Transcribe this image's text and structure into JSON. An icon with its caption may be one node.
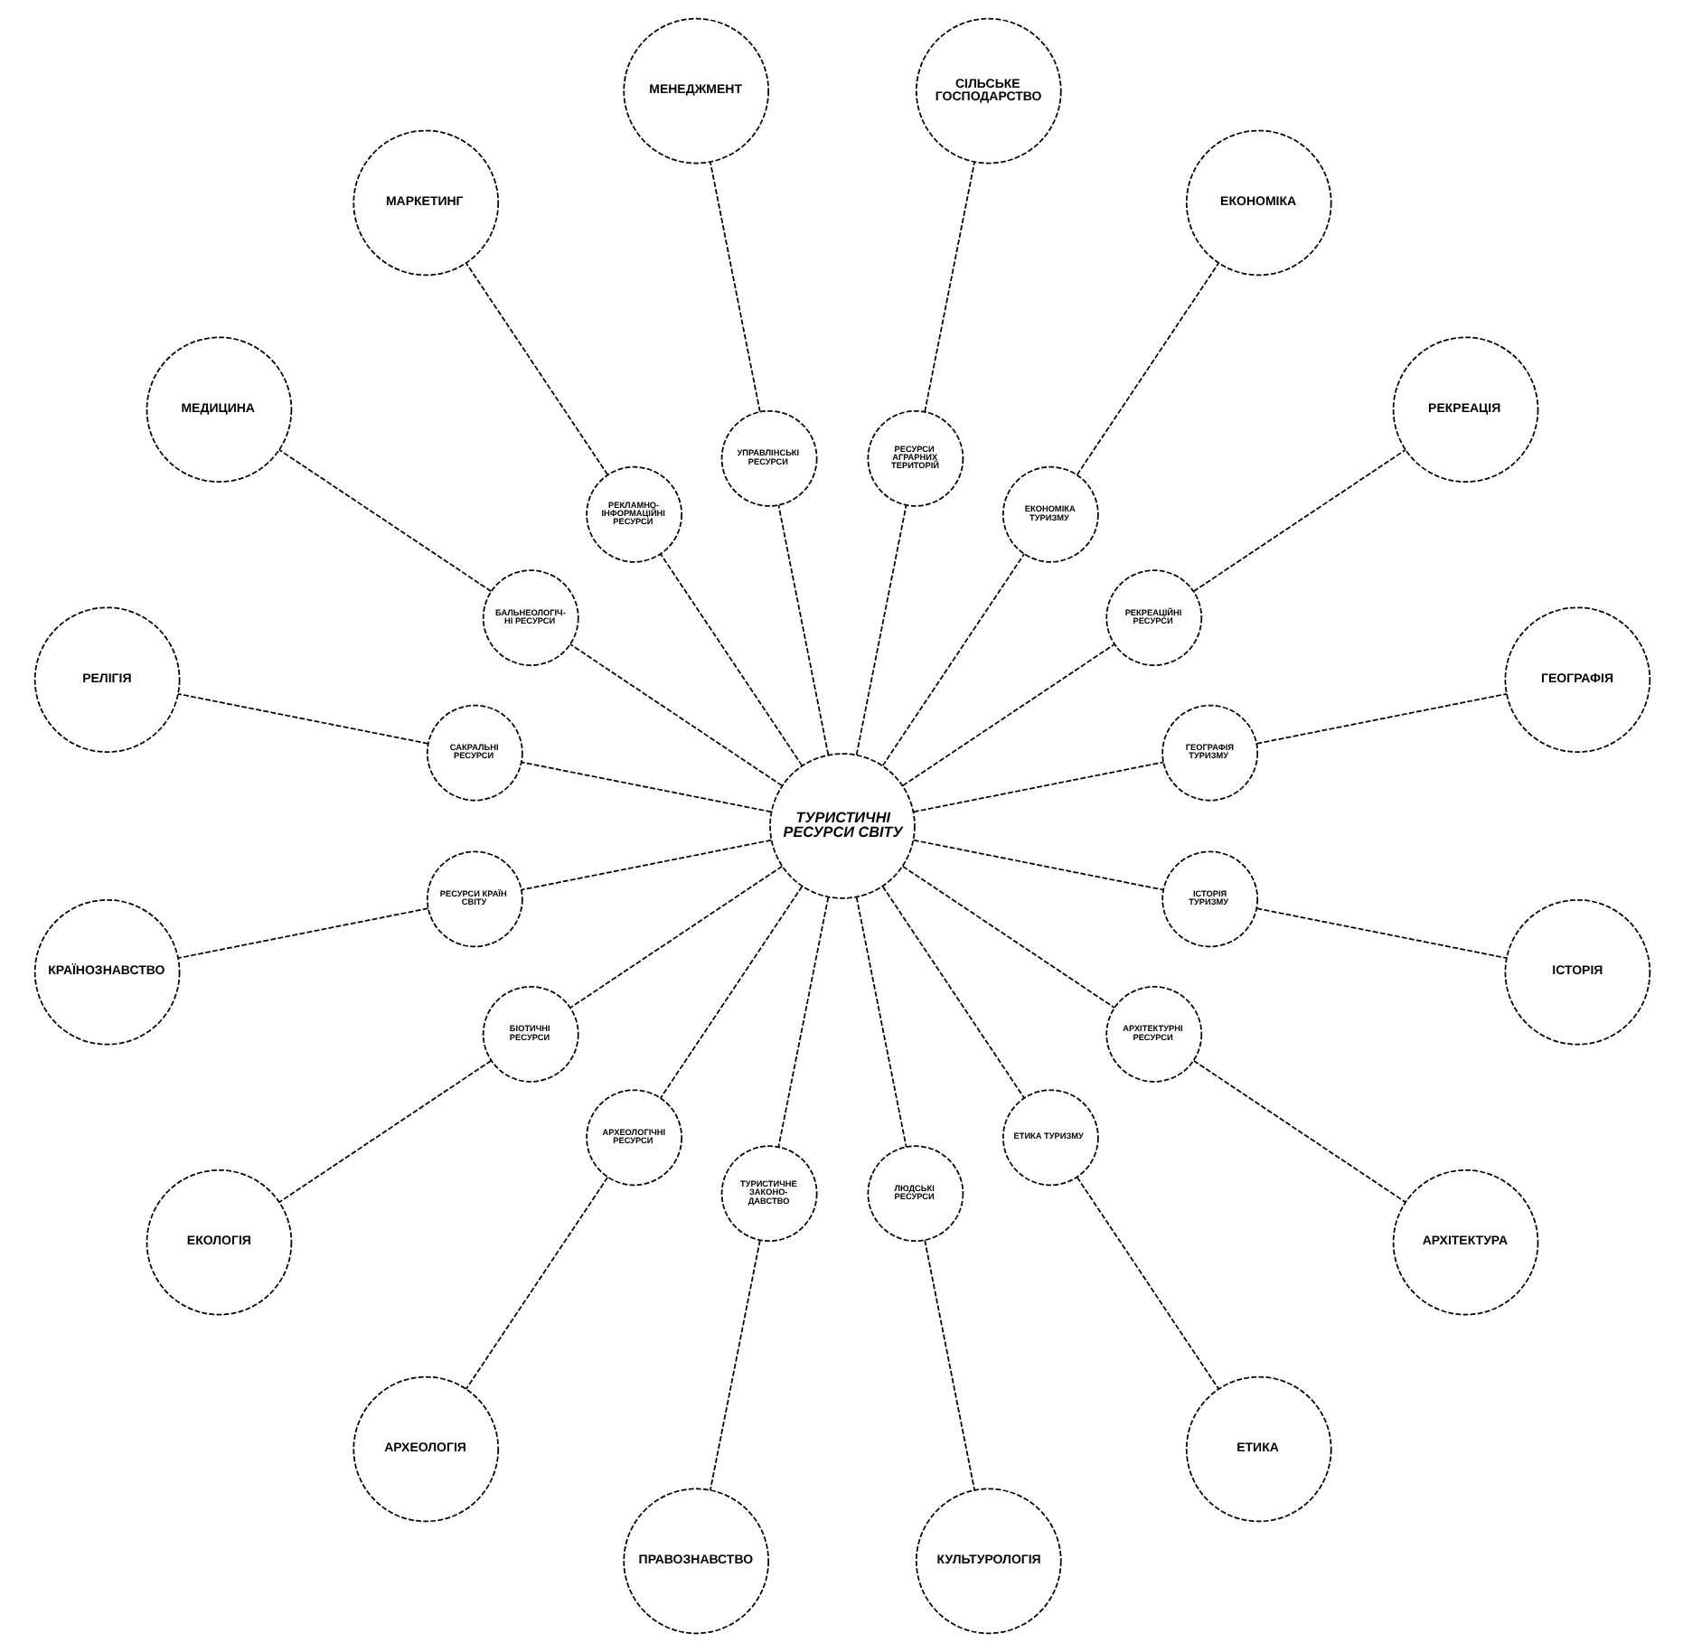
{
  "diagram": {
    "nodes": [
      {
        "text": [
          "ТУРИСТИЧНІ РЕСУРСИ СВІТУ"
        ]
      },
      {
        "text": [
          "ГЕОГРАФІЯ ТУРИЗМУ"
        ]
      },
      {
        "text": [
          "РЕКРЕАЦІЙНІ РЕСУРСИ"
        ]
      },
      {
        "text": [
          "ЕКОНОМІКА ТУРИЗМУ"
        ]
      },
      {
        "text": [
          "РЕСУРСИ АГРАРНИХ ТЕРИТОРІЙ"
        ]
      },
      {
        "text": [
          "УПРАВЛІНСЬКІ РЕСУРСИ"
        ]
      },
      {
        "text": [
          "РЕКЛАМНО- ІНФОРМАЦІЙНІ РЕСУРСИ"
        ]
      },
      {
        "text": [
          "БАЛЬНЕОЛОГІЧ- НІ РЕСУРСИ"
        ]
      },
      {
        "text": [
          "САКРАЛЬНІ РЕСУРСИ"
        ]
      },
      {
        "text": [
          "РЕСУРСИ КРАЇН СВІТУ"
        ]
      },
      {
        "text": [
          "БІОТИЧНІ РЕСУРСИ"
        ]
      },
      {
        "text": [
          "АРХЕОЛОГІЧНІ РЕСУРСИ"
        ]
      },
      {
        "text": [
          "ТУРИСТИЧНЕ ЗАКОНО- ДАВСТВО"
        ]
      },
      {
        "text": [
          "ЛЮДСЬКІ РЕСУРСИ"
        ]
      },
      {
        "text": [
          "ЕТИКА ТУРИЗМУ"
        ]
      },
      {
        "text": [
          "АРХІТЕКТУРНІ РЕСУРСИ"
        ]
      },
      {
        "text": [
          "ІСТОРІЯ ТУРИЗМУ"
        ]
      },
      {
        "text": [
          "ГЕОГРАФІЯ"
        ]
      },
      {
        "text": [
          "РЕКРЕАЦІЯ"
        ]
      },
      {
        "text": [
          "ЕКОНОМІКА"
        ]
      },
      {
        "text": [
          "СІЛЬСЬКЕ ГОСПОДАРСТВО"
        ]
      },
      {
        "text": [
          "МЕНЕДЖМЕНТ"
        ]
      },
      {
        "text": [
          "МАРКЕТИНГ"
        ]
      },
      {
        "text": [
          "МЕДИЦИНА"
        ]
      },
      {
        "text": [
          "РЕЛІГІЯ"
        ]
      },
      {
        "text": [
          "КРАЇНОЗНАВСТВО"
        ]
      },
      {
        "text": [
          "ЕКОЛОГІЯ"
        ]
      },
      {
        "text": [
          "АРХЕОЛОГІЯ"
        ]
      },
      {
        "text": [
          "ПРАВОЗНАВСТВО"
        ]
      },
      {
        "text": [
          "КУЛЬТУРОЛОГІЯ"
        ]
      },
      {
        "text": [
          "ЕТИКА"
        ]
      },
      {
        "text": [
          "АРХІТЕКТУРА"
        ]
      },
      {
        "text": [
          "ІСТОРІЯ"
        ]
      }
    ],
    "edges": [
      {
        "from": 0,
        "to": 1,
        "arrow": "none",
        "style": "dashed"
      },
      {
        "from": 0,
        "to": 2,
        "arrow": "none",
        "style": "dashed"
      },
      {
        "from": 0,
        "to": 3,
        "arrow": "none",
        "style": "dashed"
      },
      {
        "from": 0,
        "to": 4,
        "arrow": "none",
        "style": "dashed"
      },
      {
        "from": 0,
        "to": 5,
        "arrow": "none",
        "style": "dashed"
      },
      {
        "from": 0,
        "to": 6,
        "arrow": "none",
        "style": "dashed"
      },
      {
        "from": 0,
        "to": 7,
        "arrow": "none",
        "style": "dashed"
      },
      {
        "from": 0,
        "to": 8,
        "arrow": "none",
        "style": "dashed"
      },
      {
        "from": 0,
        "to": 9,
        "arrow": "none",
        "style": "dashed"
      },
      {
        "from": 0,
        "to": 10,
        "arrow": "none",
        "style": "dashed"
      },
      {
        "from": 0,
        "to": 11,
        "arrow": "none",
        "style": "dashed"
      },
      {
        "from": 0,
        "to": 12,
        "arrow": "none",
        "style": "dashed"
      },
      {
        "from": 0,
        "to": 13,
        "arrow": "none",
        "style": "dashed"
      },
      {
        "from": 0,
        "to": 14,
        "arrow": "none",
        "style": "dashed"
      },
      {
        "from": 0,
        "to": 15,
        "arrow": "none",
        "style": "dashed"
      },
      {
        "from": 0,
        "to": 16,
        "arrow": "none",
        "style": "dashed"
      },
      {
        "from": 1,
        "to": 17,
        "arrow": "none",
        "style": "dashed"
      },
      {
        "from": 2,
        "to": 18,
        "arrow": "none",
        "style": "dashed"
      },
      {
        "from": 3,
        "to": 19,
        "arrow": "none",
        "style": "dashed"
      },
      {
        "from": 4,
        "to": 20,
        "arrow": "none",
        "style": "dashed"
      },
      {
        "from": 5,
        "to": 21,
        "arrow": "none",
        "style": "dashed"
      },
      {
        "from": 6,
        "to": 22,
        "arrow": "none",
        "style": "dashed"
      },
      {
        "from": 7,
        "to": 23,
        "arrow": "none",
        "style": "dashed"
      },
      {
        "from": 8,
        "to": 24,
        "arrow": "none",
        "style": "dashed"
      },
      {
        "from": 9,
        "to": 25,
        "arrow": "none",
        "style": "dashed"
      },
      {
        "from": 10,
        "to": 26,
        "arrow": "none",
        "style": "dashed"
      },
      {
        "from": 11,
        "to": 27,
        "arrow": "none",
        "style": "dashed"
      },
      {
        "from": 12,
        "to": 28,
        "arrow": "none",
        "style": "dashed"
      },
      {
        "from": 13,
        "to": 29,
        "arrow": "none",
        "style": "dashed"
      },
      {
        "from": 14,
        "to": 30,
        "arrow": "none",
        "style": "dashed"
      },
      {
        "from": 15,
        "to": 31,
        "arrow": "none",
        "style": "dashed"
      },
      {
        "from": 16,
        "to": 32,
        "arrow": "none",
        "style": "dashed"
      }
    ]
  }
}
